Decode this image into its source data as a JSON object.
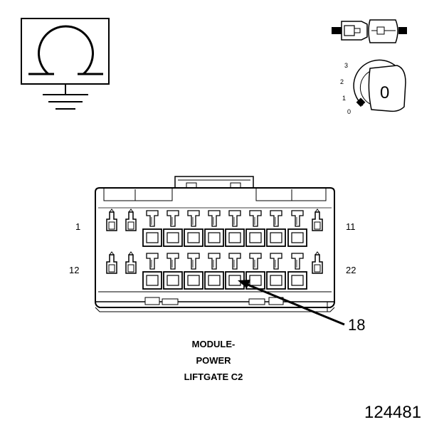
{
  "connector": {
    "pin_labels": {
      "top_left": "1",
      "top_right": "11",
      "bottom_left": "12",
      "bottom_right": "22"
    },
    "callout_pin": "18",
    "caption": [
      "MODULE-",
      "POWER",
      "LIFTGATE C2"
    ]
  },
  "ohmmeter": {
    "symbol_name": "ohm-symbol-icon"
  },
  "ignition_key": {
    "positions": [
      "3",
      "2",
      "1",
      "0"
    ],
    "key_value": "0"
  },
  "figure_number": "124481"
}
